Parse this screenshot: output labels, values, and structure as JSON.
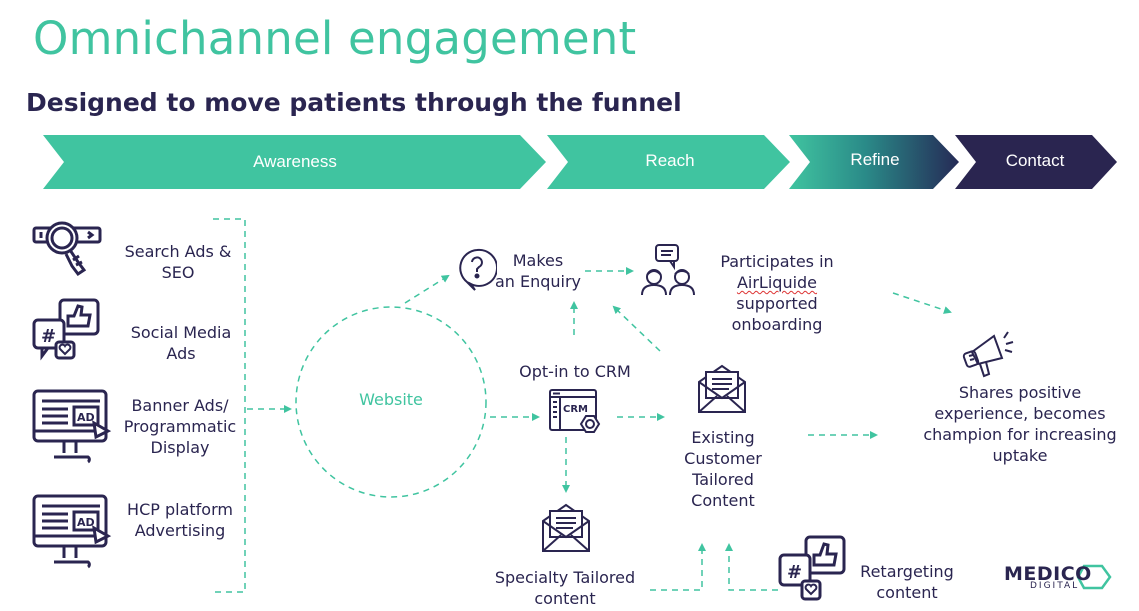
{
  "header": {
    "title": "Omnichannel engagement",
    "subtitle": "Designed to move patients through the funnel"
  },
  "colors": {
    "teal": "#40c4a0",
    "navy": "#2a2550",
    "refine_gradient_end": "#252a56"
  },
  "funnel_stages": [
    {
      "label": "Awareness"
    },
    {
      "label": "Reach"
    },
    {
      "label": "Refine"
    },
    {
      "label": "Contact"
    }
  ],
  "channels": [
    {
      "icon": "search-magnifier-icon",
      "label_line1": "Search Ads &",
      "label_line2": "SEO"
    },
    {
      "icon": "social-media-icon",
      "label_line1": "Social Media",
      "label_line2": "Ads"
    },
    {
      "icon": "banner-ad-monitor-icon",
      "label_line1": "Banner Ads/",
      "label_line2": "Programmatic",
      "label_line3": "Display"
    },
    {
      "icon": "hcp-ad-monitor-icon",
      "label_line1": "HCP platform",
      "label_line2": "Advertising"
    }
  ],
  "nodes": {
    "website": "Website",
    "enquiry": {
      "line1": "Makes",
      "line2": "an Enquiry",
      "icon": "question-bubble-icon"
    },
    "onboarding": {
      "line1": "Participates in",
      "line2": "AirLiquide",
      "line3": "supported",
      "line4": "onboarding",
      "icon": "people-chat-icon"
    },
    "crm": {
      "label": "Opt-in to CRM",
      "icon_text": "CRM",
      "icon": "crm-icon"
    },
    "existing": {
      "line1": "Existing",
      "line2": "Customer",
      "line3": "Tailored",
      "line4": "Content",
      "icon": "envelope-icon"
    },
    "specialty": {
      "line1": "Specialty Tailored",
      "line2": "content",
      "icon": "envelope-icon"
    },
    "retargeting": {
      "line1": "Retargeting",
      "line2": "content",
      "icon": "social-media-icon"
    },
    "champion": {
      "line1": "Shares positive",
      "line2": "experience, becomes",
      "line3": "champion for increasing",
      "line4": "uptake",
      "icon": "megaphone-icon"
    }
  },
  "logo": {
    "main": "MEDICO",
    "sub": "DIGITAL"
  }
}
